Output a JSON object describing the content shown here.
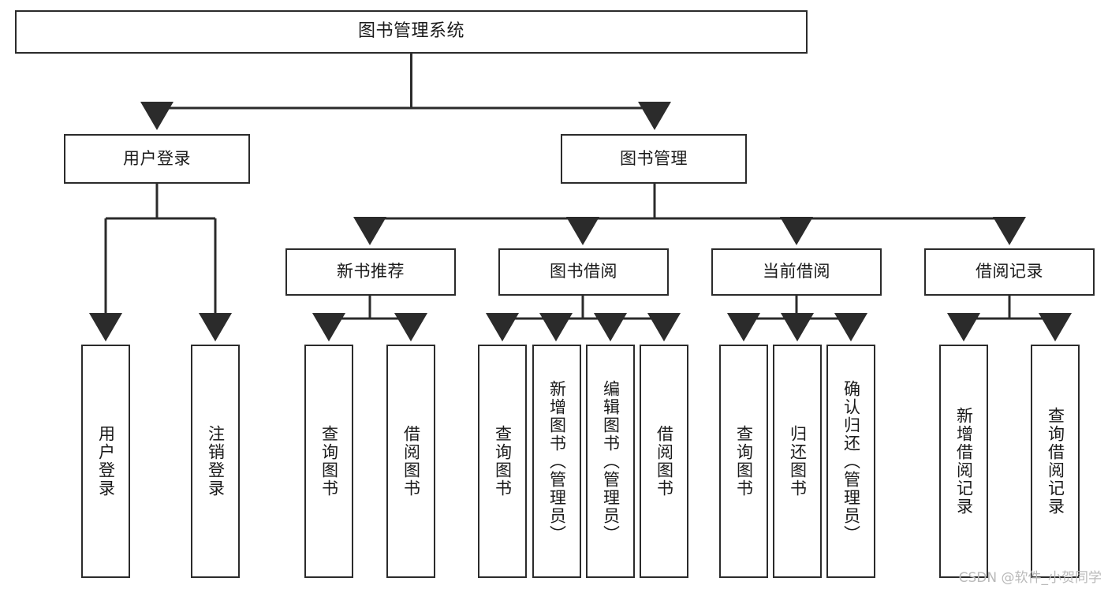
{
  "diagram": {
    "title": "图书管理系统",
    "type": "tree-hierarchy-chart",
    "orientation": "top-down",
    "colors": {
      "stroke": "#2b2b2b",
      "fill": "#ffffff",
      "text": "#1a1a1a",
      "watermark": "#b9b9b9"
    },
    "watermark": "CSDN @软件_小贺同学",
    "levels": {
      "root": {
        "label": "图书管理系统"
      },
      "level2": [
        {
          "id": "user-login",
          "label": "用户登录"
        },
        {
          "id": "book-management",
          "label": "图书管理"
        }
      ],
      "level3": [
        {
          "id": "new-book-recommend",
          "label": "新书推荐",
          "parent": "book-management"
        },
        {
          "id": "book-borrow",
          "label": "图书借阅",
          "parent": "book-management"
        },
        {
          "id": "current-borrow",
          "label": "当前借阅",
          "parent": "book-management"
        },
        {
          "id": "borrow-record",
          "label": "借阅记录",
          "parent": "book-management"
        }
      ],
      "leaves": {
        "user-login": [
          {
            "id": "leaf-user-login",
            "label": "用户登录"
          },
          {
            "id": "leaf-logout",
            "label": "注销登录"
          }
        ],
        "new-book-recommend": [
          {
            "id": "leaf-query-book-1",
            "label": "查询图书"
          },
          {
            "id": "leaf-borrow-book-1",
            "label": "借阅图书"
          }
        ],
        "book-borrow": [
          {
            "id": "leaf-query-book-2",
            "label": "查询图书"
          },
          {
            "id": "leaf-add-book",
            "label": "新增图书（管理员）"
          },
          {
            "id": "leaf-edit-book",
            "label": "编辑图书（管理员）"
          },
          {
            "id": "leaf-borrow-book-2",
            "label": "借阅图书"
          }
        ],
        "current-borrow": [
          {
            "id": "leaf-query-book-3",
            "label": "查询图书"
          },
          {
            "id": "leaf-return-book",
            "label": "归还图书"
          },
          {
            "id": "leaf-confirm-return",
            "label": "确认归还（管理员）"
          }
        ],
        "borrow-record": [
          {
            "id": "leaf-add-record",
            "label": "新增借阅记录"
          },
          {
            "id": "leaf-query-record",
            "label": "查询借阅记录"
          }
        ]
      }
    }
  }
}
